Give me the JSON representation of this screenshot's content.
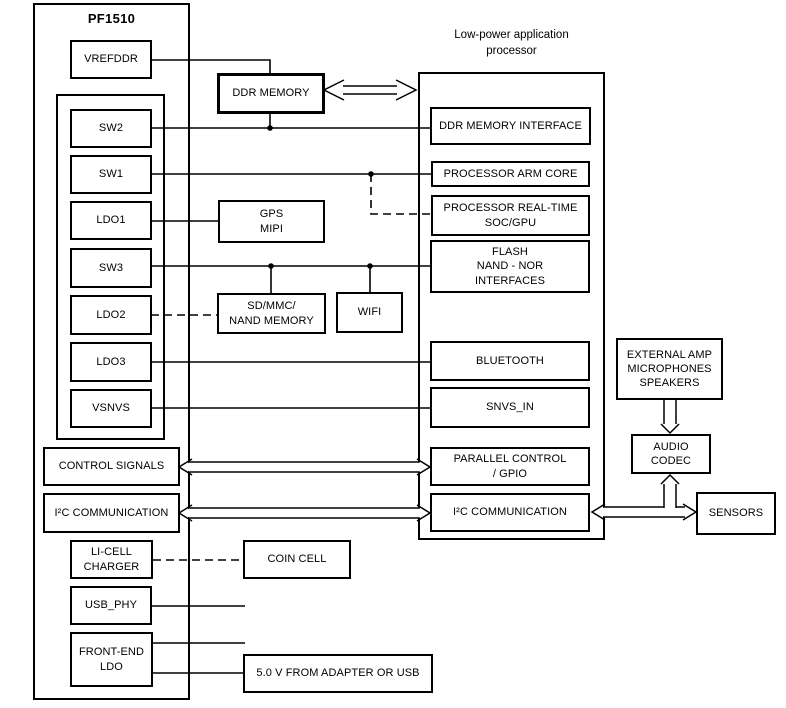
{
  "pmic": {
    "title": "PF1510",
    "blocks": {
      "vrefddr": "VREFDDR",
      "sw2": "SW2",
      "sw1": "SW1",
      "ldo1": "LDO1",
      "sw3": "SW3",
      "ldo2": "LDO2",
      "ldo3": "LDO3",
      "vsnvs": "VSNVS",
      "control_signals": "CONTROL SIGNALS",
      "i2c": "I²C COMMUNICATION",
      "li_cell_charger": "LI-CELL\nCHARGER",
      "usb_phy": "USB_PHY",
      "front_end_ldo": "FRONT-END\nLDO"
    }
  },
  "processor": {
    "label": "Low-power application\nprocessor",
    "blocks": {
      "ddr_interface": "DDR MEMORY INTERFACE",
      "arm_core": "PROCESSOR ARM CORE",
      "realtime_soc": "PROCESSOR REAL-TIME\nSOC/GPU",
      "flash": "FLASH\nNAND - NOR\nINTERFACES",
      "bluetooth": "BLUETOOTH",
      "snvs_in": "SNVS_IN",
      "parallel_gpio": "PARALLEL CONTROL\n/ GPIO",
      "i2c": "I²C COMMUNICATION"
    }
  },
  "peripherals": {
    "ddr_memory": "DDR MEMORY",
    "gps_mipi": "GPS\nMIPI",
    "sd_mmc_nand": "SD/MMC/\nNAND MEMORY",
    "wifi": "WIFI",
    "coin_cell": "COIN CELL",
    "adapter_5v": "5.0 V FROM ADAPTER OR USB",
    "external_amp": "EXTERNAL AMP\nMICROPHONES\nSPEAKERS",
    "audio_codec": "AUDIO\nCODEC",
    "sensors": "SENSORS"
  },
  "colors": {
    "line": "#000000",
    "background": "#ffffff",
    "text": "#000000"
  }
}
